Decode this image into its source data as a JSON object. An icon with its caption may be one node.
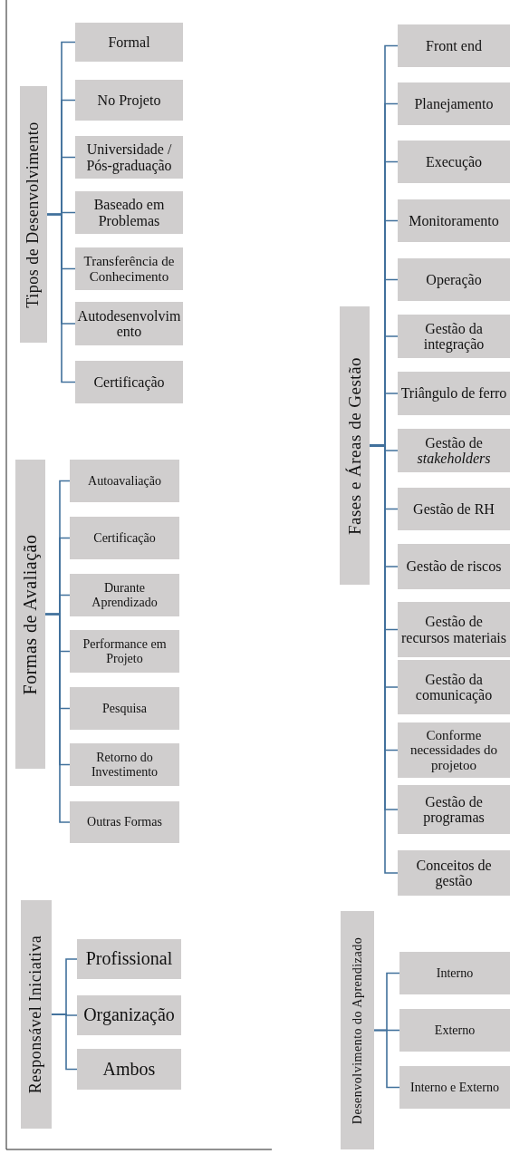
{
  "diagram": {
    "nodes": [
      {
        "text": [
          "Tipos de Desenvolvimento"
        ]
      },
      {
        "text": [
          "Formal"
        ]
      },
      {
        "text": [
          "No Projeto"
        ]
      },
      {
        "text": [
          "Universidade / Pós-graduação"
        ]
      },
      {
        "text": [
          "Baseado em Problemas"
        ]
      },
      {
        "text": [
          "Transferência de Conhecimento"
        ]
      },
      {
        "text": [
          "Autodesenvolvimento"
        ]
      },
      {
        "text": [
          "Certificação"
        ]
      },
      {
        "text": [
          "Formas de Avaliação"
        ]
      },
      {
        "text": [
          "Autoavaliação"
        ]
      },
      {
        "text": [
          "Certificação"
        ]
      },
      {
        "text": [
          "Durante Aprendizado"
        ]
      },
      {
        "text": [
          "Performance em Projeto"
        ]
      },
      {
        "text": [
          "Pesquisa"
        ]
      },
      {
        "text": [
          "Retorno do Investimento"
        ]
      },
      {
        "text": [
          "Outras Formas"
        ]
      },
      {
        "text": [
          "Responsável Iniciativa"
        ]
      },
      {
        "text": [
          "Profissional"
        ]
      },
      {
        "text": [
          "Organização"
        ]
      },
      {
        "text": [
          "Ambos"
        ]
      },
      {
        "text": [
          "Fases e Áreas de Gestão"
        ]
      },
      {
        "text": [
          "Front end"
        ]
      },
      {
        "text": [
          "Planejamento"
        ]
      },
      {
        "text": [
          "Execução"
        ]
      },
      {
        "text": [
          "Monitoramento"
        ]
      },
      {
        "text": [
          "Operação"
        ]
      },
      {
        "text": [
          "Gestão da integração"
        ]
      },
      {
        "text": [
          "Triângulo de ferro"
        ]
      },
      {
        "text": [
          "Gestão de *stakeholders*"
        ]
      },
      {
        "text": [
          "Gestão de RH"
        ]
      },
      {
        "text": [
          "Gestão de riscos"
        ]
      },
      {
        "text": [
          "Gestão de recursos materiais"
        ]
      },
      {
        "text": [
          "Gestão da comunicação"
        ]
      },
      {
        "text": [
          "Conforme necessidades do projetoo"
        ]
      },
      {
        "text": [
          "Gestão de programas"
        ]
      },
      {
        "text": [
          "Conceitos de gestão"
        ]
      },
      {
        "text": [
          "Desenvolvimento do Aprendizado"
        ]
      },
      {
        "text": [
          "Interno"
        ]
      },
      {
        "text": [
          "Externo"
        ]
      },
      {
        "text": [
          "Interno e Externo"
        ]
      }
    ],
    "edges": [
      {
        "from": 0,
        "to": 1,
        "arrow": "none"
      },
      {
        "from": 0,
        "to": 2,
        "arrow": "none"
      },
      {
        "from": 0,
        "to": 3,
        "arrow": "none"
      },
      {
        "from": 0,
        "to": 4,
        "arrow": "none"
      },
      {
        "from": 0,
        "to": 5,
        "arrow": "none"
      },
      {
        "from": 0,
        "to": 6,
        "arrow": "none"
      },
      {
        "from": 0,
        "to": 7,
        "arrow": "none"
      },
      {
        "from": 8,
        "to": 9,
        "arrow": "none"
      },
      {
        "from": 8,
        "to": 10,
        "arrow": "none"
      },
      {
        "from": 8,
        "to": 11,
        "arrow": "none"
      },
      {
        "from": 8,
        "to": 12,
        "arrow": "none"
      },
      {
        "from": 8,
        "to": 13,
        "arrow": "none"
      },
      {
        "from": 8,
        "to": 14,
        "arrow": "none"
      },
      {
        "from": 8,
        "to": 15,
        "arrow": "none"
      },
      {
        "from": 16,
        "to": 17,
        "arrow": "none"
      },
      {
        "from": 16,
        "to": 18,
        "arrow": "none"
      },
      {
        "from": 16,
        "to": 19,
        "arrow": "none"
      },
      {
        "from": 20,
        "to": 21,
        "arrow": "none"
      },
      {
        "from": 20,
        "to": 22,
        "arrow": "none"
      },
      {
        "from": 20,
        "to": 23,
        "arrow": "none"
      },
      {
        "from": 20,
        "to": 24,
        "arrow": "none"
      },
      {
        "from": 20,
        "to": 25,
        "arrow": "none"
      },
      {
        "from": 20,
        "to": 26,
        "arrow": "none"
      },
      {
        "from": 20,
        "to": 27,
        "arrow": "none"
      },
      {
        "from": 20,
        "to": 28,
        "arrow": "none"
      },
      {
        "from": 20,
        "to": 29,
        "arrow": "none"
      },
      {
        "from": 20,
        "to": 30,
        "arrow": "none"
      },
      {
        "from": 20,
        "to": 31,
        "arrow": "none"
      },
      {
        "from": 20,
        "to": 32,
        "arrow": "none"
      },
      {
        "from": 20,
        "to": 33,
        "arrow": "none"
      },
      {
        "from": 20,
        "to": 34,
        "arrow": "none"
      },
      {
        "from": 20,
        "to": 35,
        "arrow": "none"
      },
      {
        "from": 36,
        "to": 37,
        "arrow": "none"
      },
      {
        "from": 36,
        "to": 38,
        "arrow": "none"
      },
      {
        "from": 36,
        "to": 39,
        "arrow": "none"
      }
    ]
  }
}
